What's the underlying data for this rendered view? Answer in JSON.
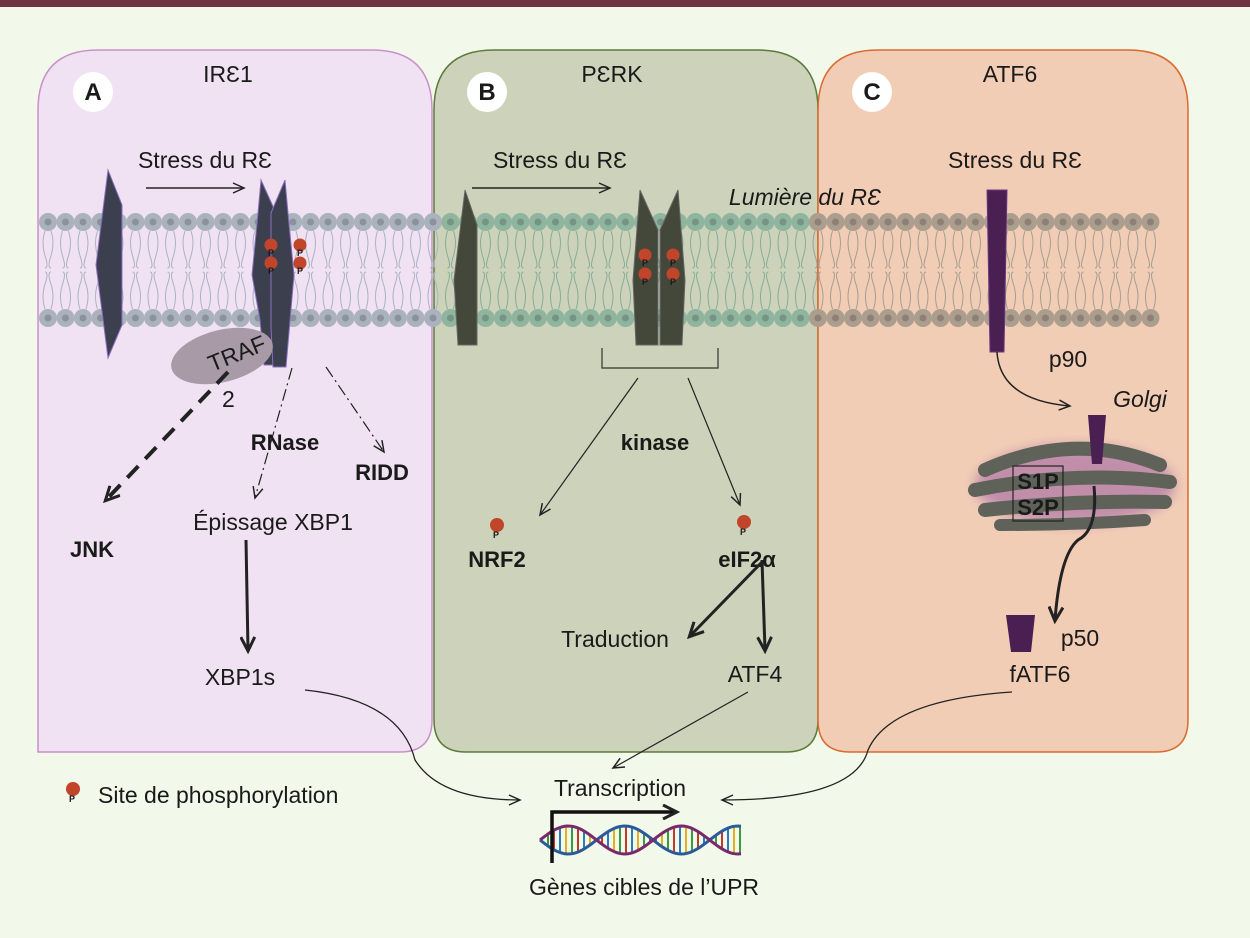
{
  "colors": {
    "top_bar": "#6e3540",
    "background": "#f2f9ea",
    "panel_a": "#f1e2f3",
    "panel_b": "#ccd3ba",
    "panel_c": "#f2cdb6",
    "phospho": "#c0452a",
    "atf6": "#4a1f52"
  },
  "panels": [
    {
      "letter": "A",
      "title": "IRƐ1",
      "stress": "Stress du RƐ"
    },
    {
      "letter": "B",
      "title": "PƐRK",
      "stress": "Stress du RƐ"
    },
    {
      "letter": "C",
      "title": "ATF6",
      "stress": "Stress du RƐ"
    }
  ],
  "lumen_label": "Lumière du RƐ",
  "ire1": {
    "traf": "TRAF",
    "traf_num": "2",
    "rnase": "RNase",
    "ridd": "RIDD",
    "jnk": "JNK",
    "splicing": "Épissage XBP1",
    "xbp1s": "XBP1s"
  },
  "perk": {
    "kinase": "kinase",
    "nrf2": "NRF2",
    "eif2a": "eIF2α",
    "translation": "Traduction",
    "atf4": "ATF4"
  },
  "atf6": {
    "p90": "p90",
    "golgi": "Golgi",
    "s1p": "S1P",
    "s2p": "S2P",
    "p50": "p50",
    "fatf6": "fATF6"
  },
  "phospho_mark": "P",
  "legend": {
    "phospho_site": "Site de phosphorylation"
  },
  "transcription": "Transcription",
  "target_genes": "Gènes cibles de l’UPR"
}
